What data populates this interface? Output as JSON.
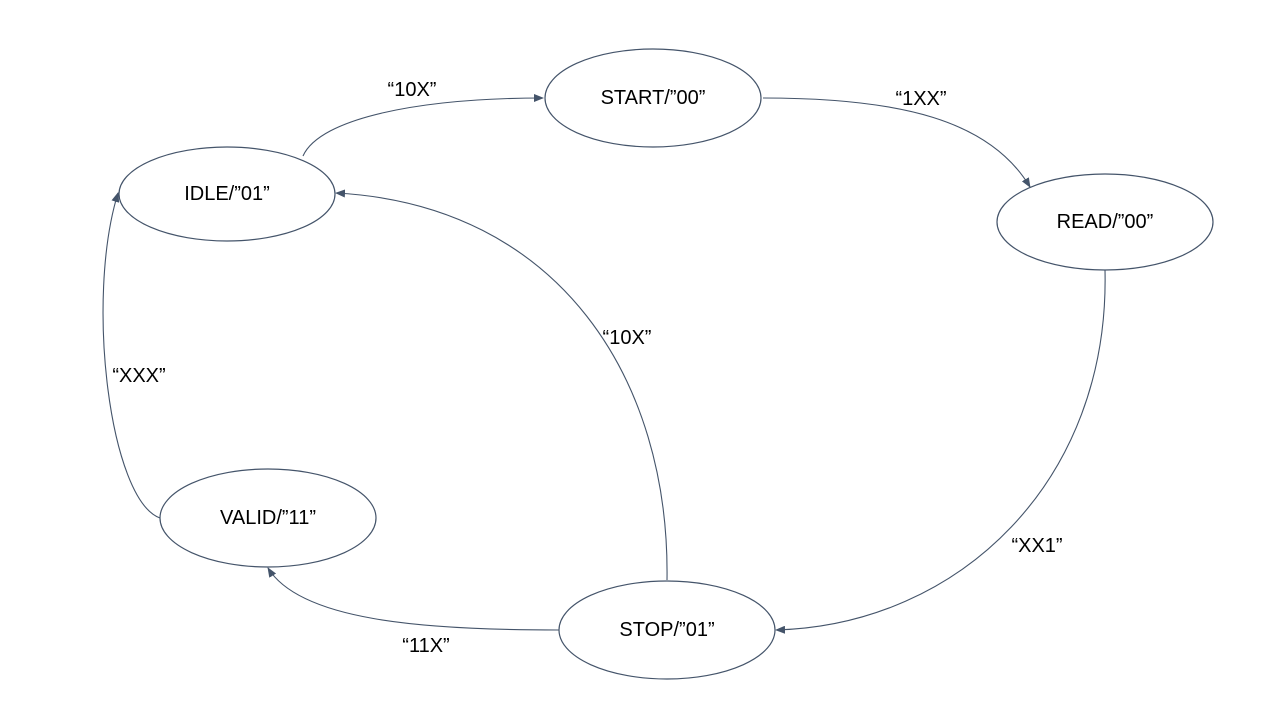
{
  "diagram": {
    "type": "state-machine",
    "colors": {
      "stroke": "#44546a",
      "text": "#000000",
      "background": "#ffffff"
    },
    "states": [
      {
        "id": "idle",
        "label": "IDLE/”01”"
      },
      {
        "id": "start",
        "label": "START/”00”"
      },
      {
        "id": "read",
        "label": "READ/”00”"
      },
      {
        "id": "stop",
        "label": "STOP/”01”"
      },
      {
        "id": "valid",
        "label": "VALID/”11”"
      }
    ],
    "transitions": [
      {
        "id": "idle-start",
        "from": "idle",
        "to": "start",
        "label": "“10X”"
      },
      {
        "id": "start-read",
        "from": "start",
        "to": "read",
        "label": "“1XX”"
      },
      {
        "id": "read-stop",
        "from": "read",
        "to": "stop",
        "label": "“XX1”"
      },
      {
        "id": "stop-idle",
        "from": "stop",
        "to": "idle",
        "label": "“10X”"
      },
      {
        "id": "stop-valid",
        "from": "stop",
        "to": "valid",
        "label": "“11X”"
      },
      {
        "id": "valid-idle",
        "from": "valid",
        "to": "idle",
        "label": "“XXX”"
      }
    ]
  }
}
